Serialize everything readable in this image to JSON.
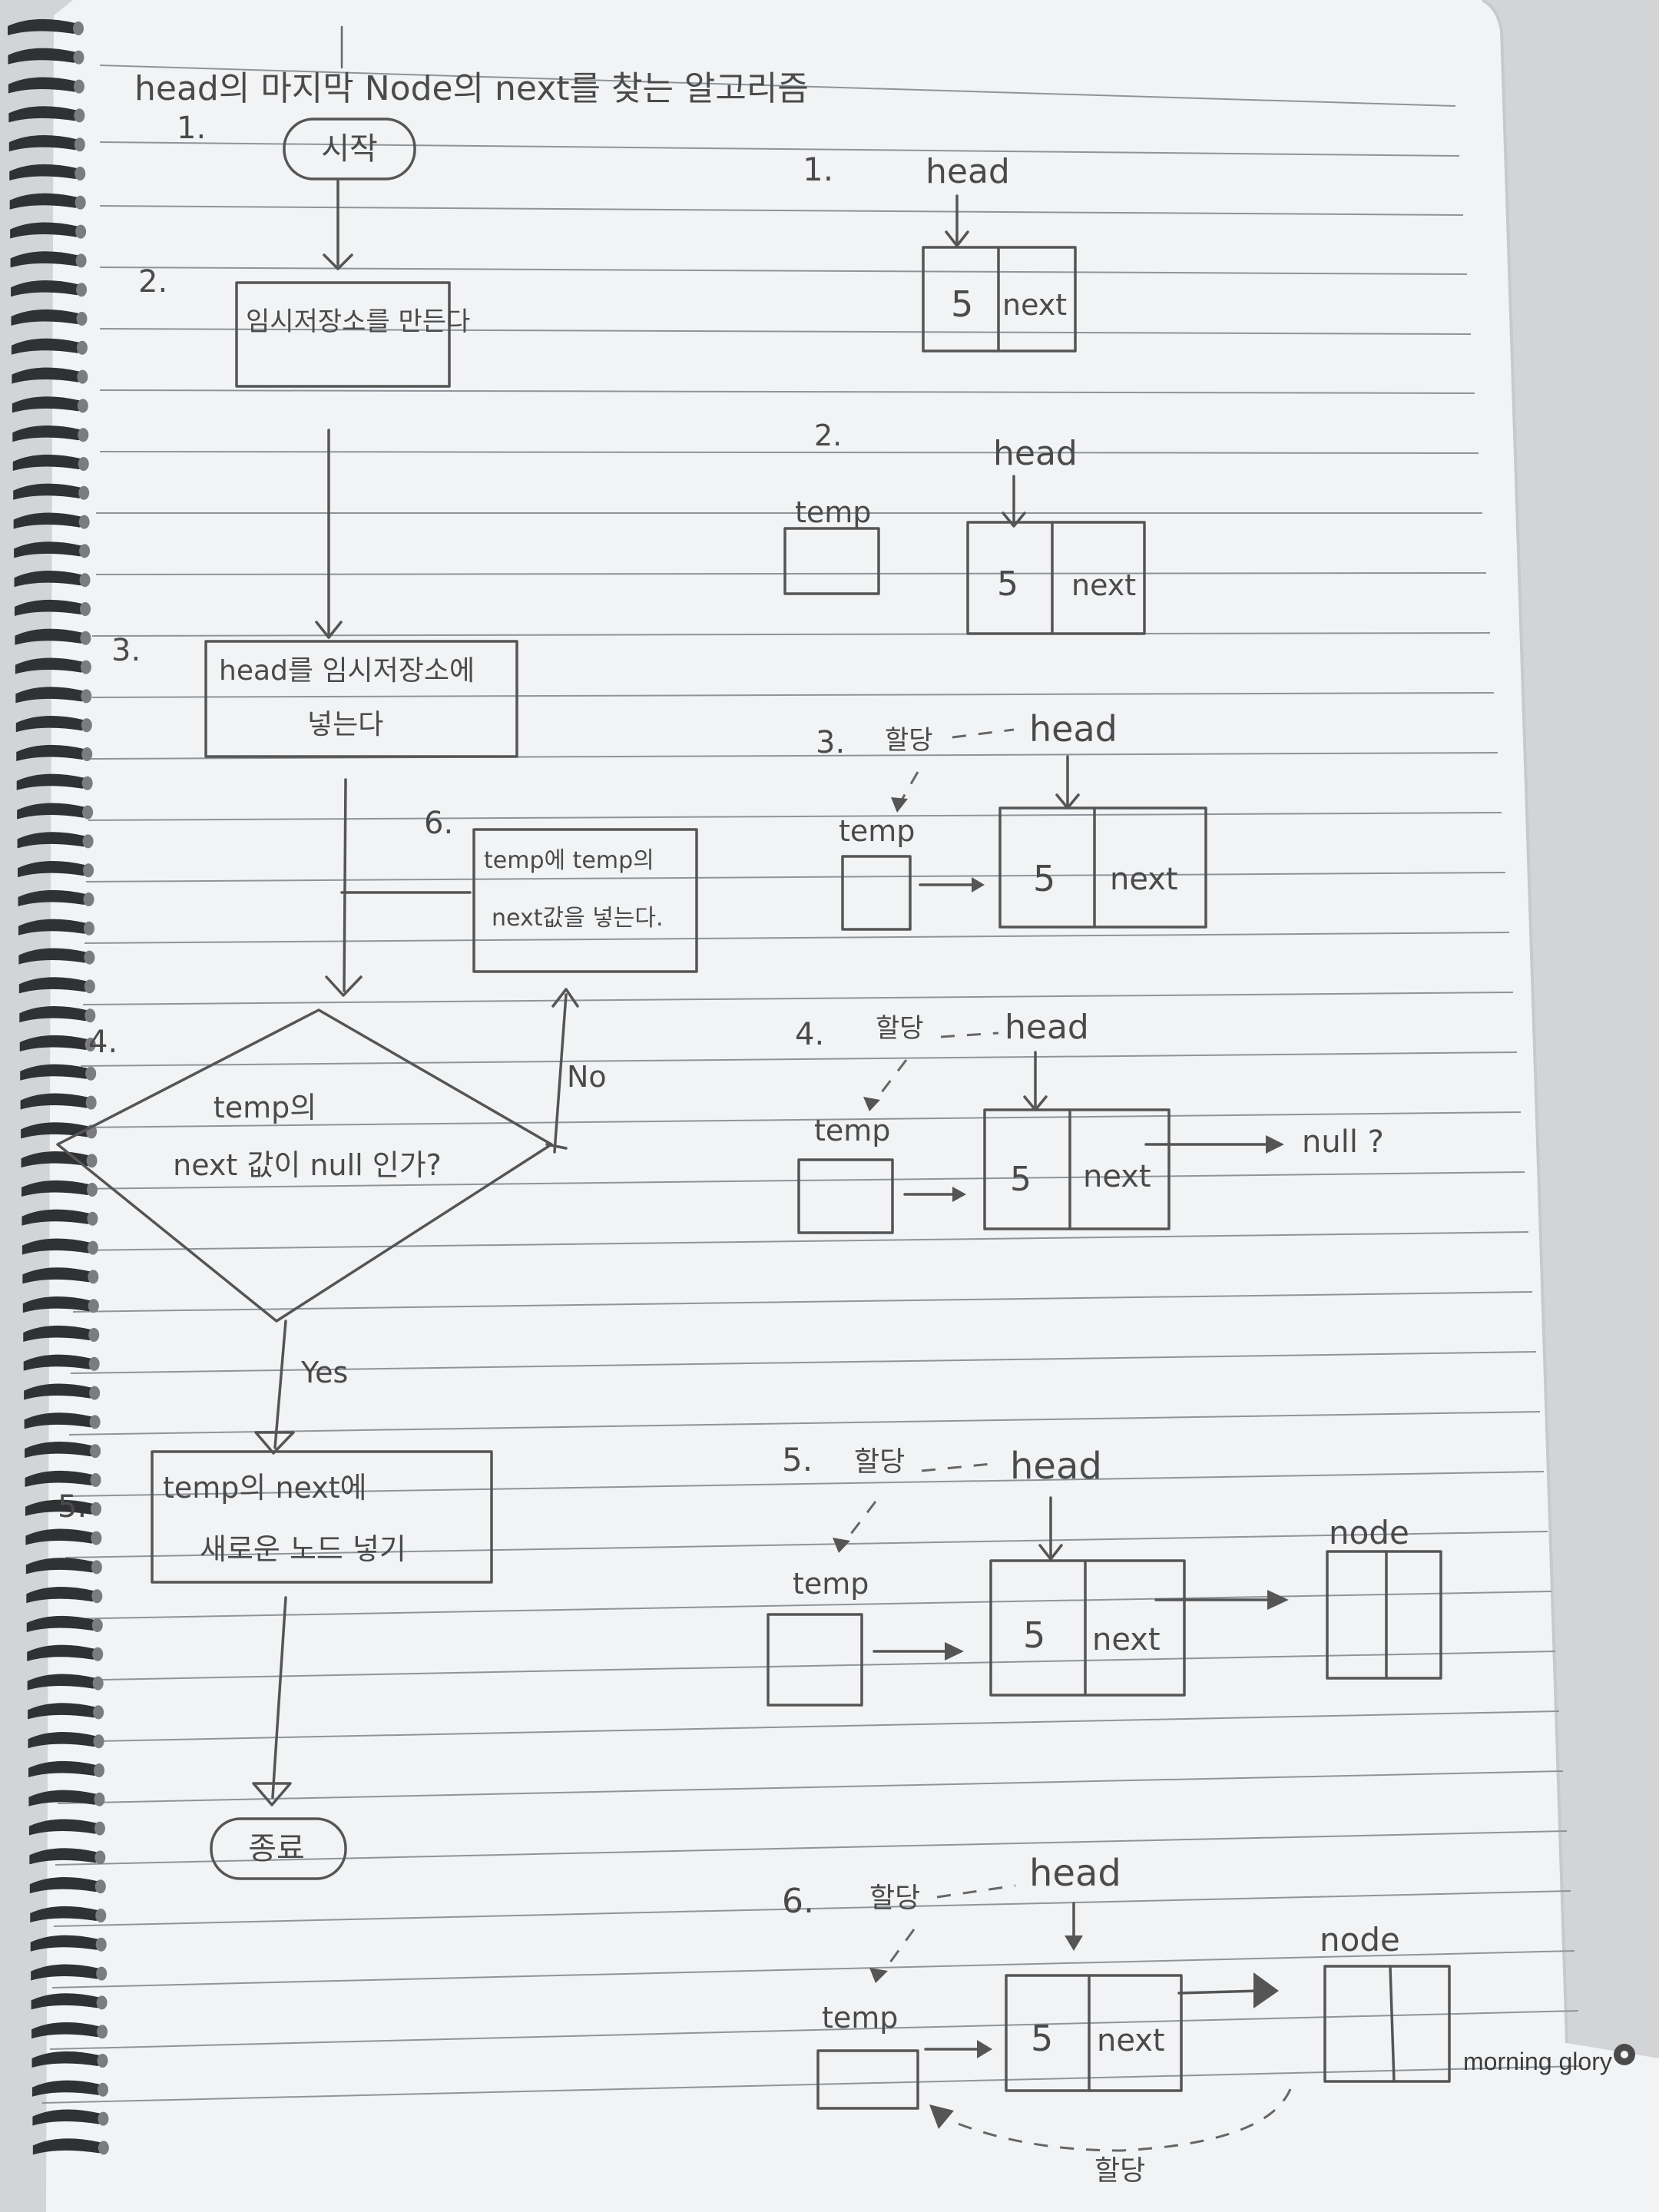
{
  "title": "head의 마지막 Node의 next를 찾는 알고리즘",
  "brand": "morning glory",
  "flowchart": {
    "steps": [
      {
        "num": "1.",
        "lines": [
          "시작"
        ]
      },
      {
        "num": "2.",
        "lines": [
          "임시저장소를 만든다"
        ]
      },
      {
        "num": "3.",
        "lines": [
          "head를 임시저장소에",
          "넣는다"
        ]
      },
      {
        "num": "4.",
        "lines": [
          "temp의",
          "next 값이 null 인가?"
        ]
      },
      {
        "num": "5.",
        "lines": [
          "temp의 next에",
          "새로운 노드 넣기"
        ]
      },
      {
        "num": "6.",
        "lines": [
          "temp에 temp의",
          "next값을 넣는다."
        ]
      },
      {
        "num": "",
        "lines": [
          "종료"
        ]
      }
    ],
    "no_label": "No",
    "yes_label": "Yes"
  },
  "diagrams": {
    "nums": [
      "1.",
      "2.",
      "3.",
      "4.",
      "5.",
      "6."
    ],
    "head": "head",
    "temp": "temp",
    "node": "node",
    "value": "5",
    "next": "next",
    "assign": "할당",
    "null_q": "null ?"
  }
}
